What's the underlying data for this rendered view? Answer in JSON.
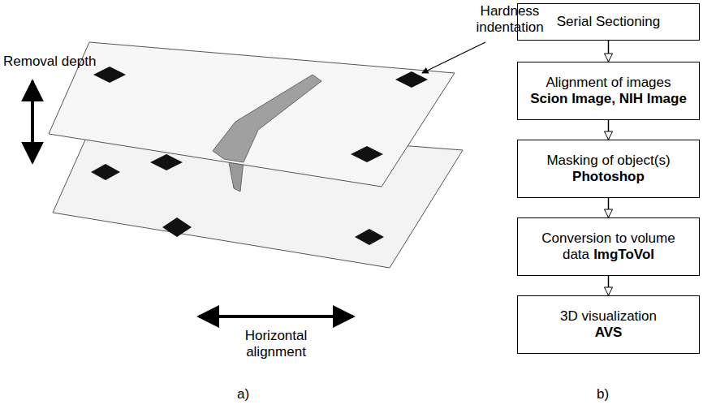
{
  "diagram": {
    "nodes": [
      {
        "text": [
          "Serial Sectioning"
        ]
      },
      {
        "text": [
          "Alignment of images",
          "Scion Image, NIH Image"
        ]
      },
      {
        "text": [
          "Masking of object(s)",
          "Photoshop"
        ]
      },
      {
        "text": [
          "Conversion to volume data",
          "ImgToVol"
        ]
      },
      {
        "text": [
          "3D visualization",
          "AVS"
        ]
      }
    ],
    "edges": [
      {
        "from": 0,
        "to": 1,
        "arrow": "to"
      },
      {
        "from": 1,
        "to": 2,
        "arrow": "to"
      },
      {
        "from": 2,
        "to": 3,
        "arrow": "to"
      },
      {
        "from": 3,
        "to": 4,
        "arrow": "to"
      }
    ],
    "labels": [
      "Removal depth",
      "Hardness indentation",
      "Horizontal alignment",
      "a)",
      "b)"
    ]
  }
}
